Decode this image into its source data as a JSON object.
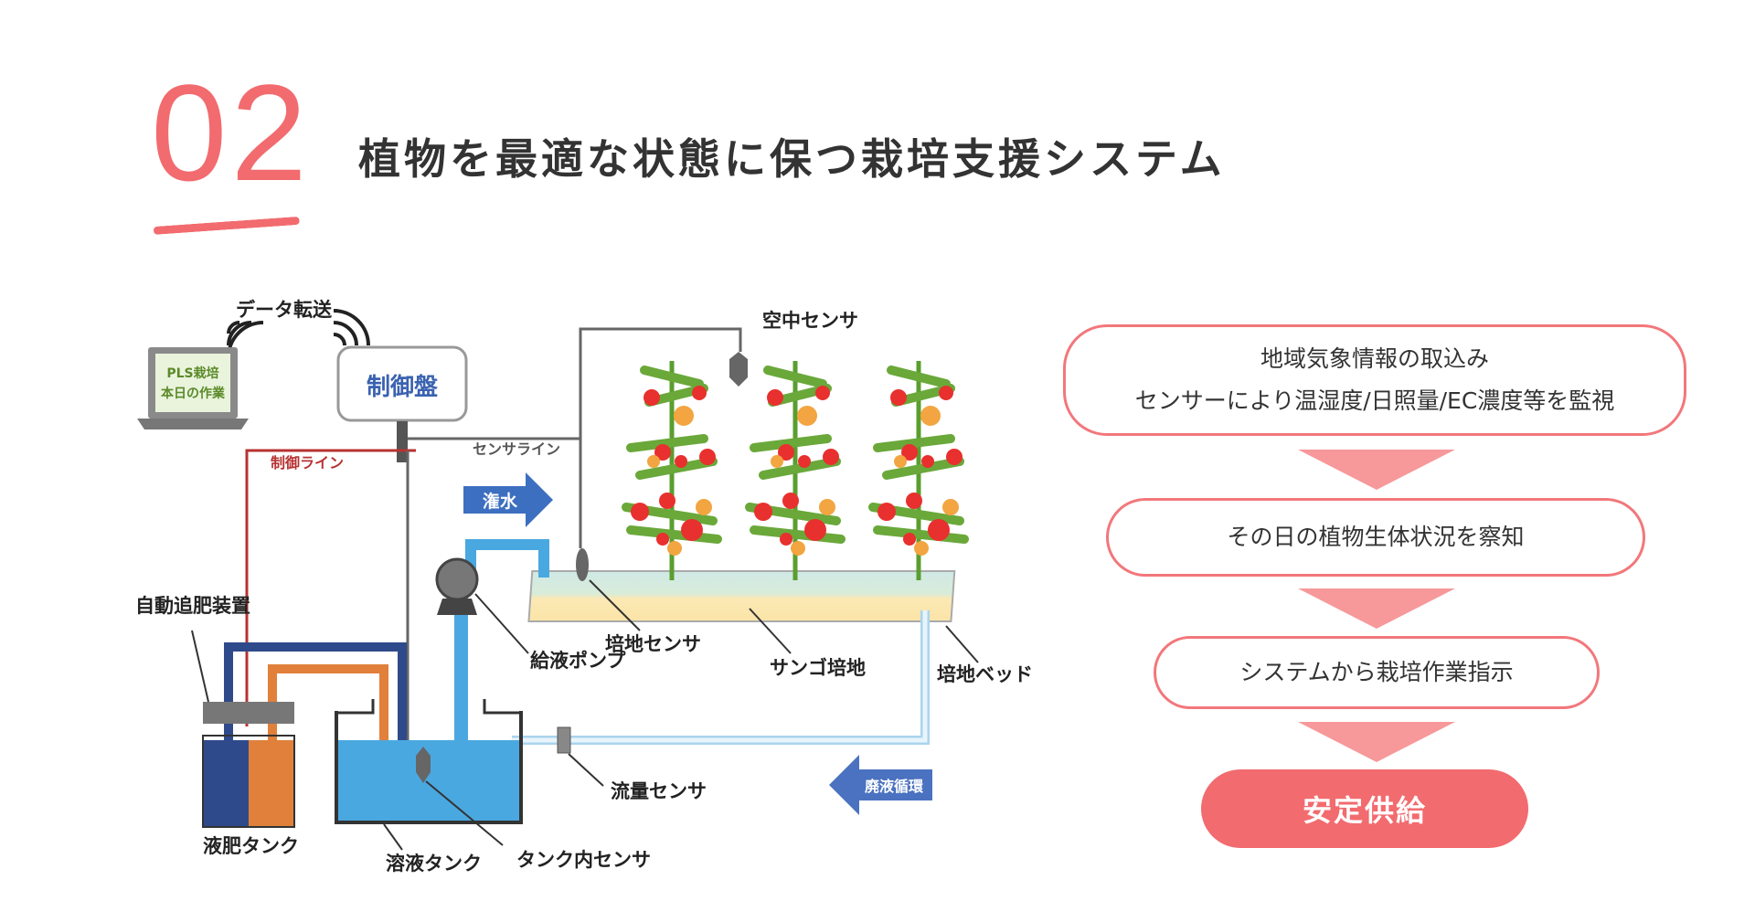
{
  "header": {
    "number": "02",
    "title": "植物を最適な状態に保つ栽培支援システム"
  },
  "diagram": {
    "data_transfer": "データ転送",
    "laptop_screen": [
      "PLS栽培",
      "本日の作業"
    ],
    "control_panel": "制御盤",
    "control_line": "制御ライン",
    "sensor_line": "センサライン",
    "air_sensor": "空中センサ",
    "irrigation": "潅水",
    "auto_fertilizer": "自動追肥装置",
    "supply_pump": "給液ポンプ",
    "bed_sensor": "培地センサ",
    "coral_medium": "サンゴ培地",
    "bed": "培地ベッド",
    "flow_sensor": "流量センサ",
    "waste_circulation": "廃液循環",
    "fertilizer_tank": "液肥タンク",
    "solution_tank": "溶液タンク",
    "tank_sensor": "タンク内センサ"
  },
  "flow": {
    "step1": [
      "地域気象情報の取込み",
      "センサーにより温湿度/日照量/EC濃度等を監視"
    ],
    "step2": "その日の植物生体状況を察知",
    "step3": "システムから栽培作業指示",
    "result": "安定供給"
  },
  "colors": {
    "accent": "#f26b6f",
    "arrow": "#f7989a",
    "water_blue": "#4aa8e0",
    "navy": "#2f4a8a",
    "orange": "#e0803a",
    "control_red": "#b83232"
  }
}
